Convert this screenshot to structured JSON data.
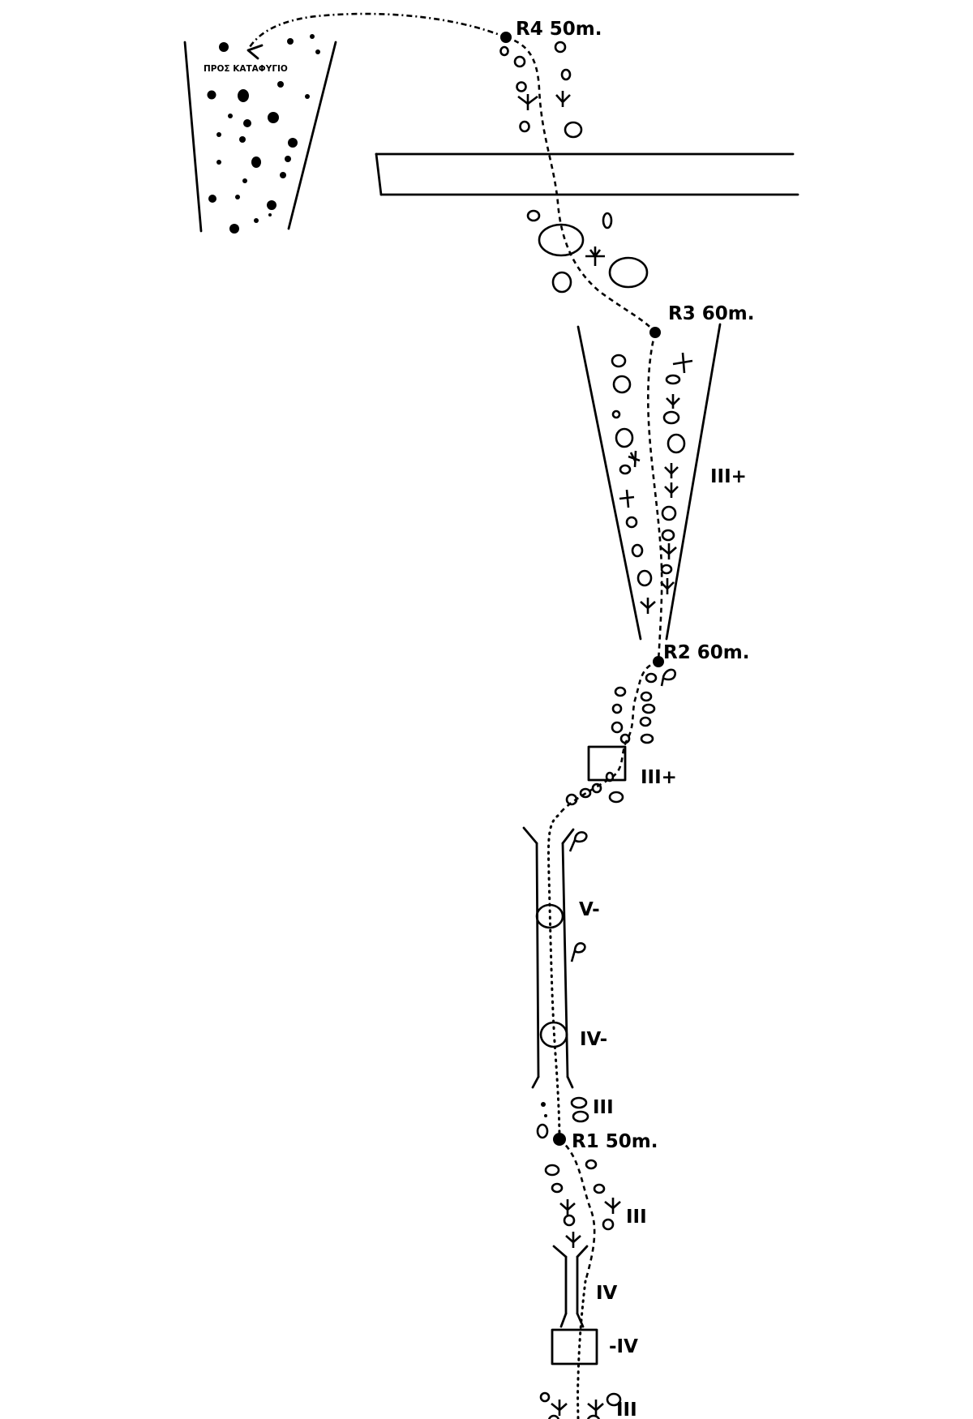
{
  "topo": {
    "to_hut_label": "ΠΡΟΣ ΚΑΤΑΦΥΓΙΟ",
    "belays": [
      {
        "id": "r4",
        "label": "R4 50m."
      },
      {
        "id": "r3",
        "label": "R3 60m."
      },
      {
        "id": "r2",
        "label": "R2 60m."
      },
      {
        "id": "r1",
        "label": "R1 50m."
      }
    ],
    "grades": [
      {
        "id": "g1",
        "label": "III+"
      },
      {
        "id": "g2",
        "label": "III+"
      },
      {
        "id": "g3",
        "label": "V-"
      },
      {
        "id": "g4",
        "label": "IV-"
      },
      {
        "id": "g5",
        "label": "III"
      },
      {
        "id": "g6",
        "label": "III"
      },
      {
        "id": "g7",
        "label": "IV"
      },
      {
        "id": "g8",
        "label": "-IV"
      },
      {
        "id": "g9",
        "label": "III"
      }
    ]
  },
  "colors": {
    "ink": "#000000",
    "paper": "#ffffff"
  }
}
